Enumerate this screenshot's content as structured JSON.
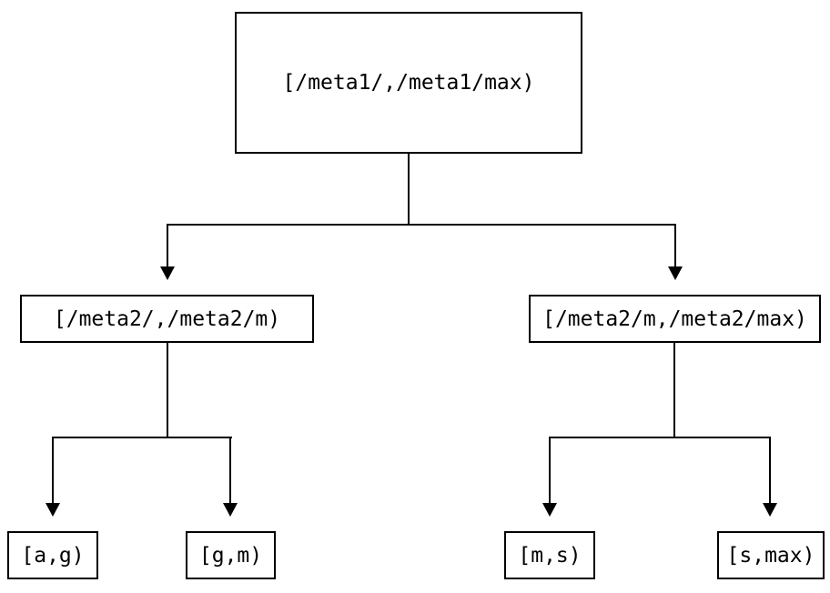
{
  "diagram": {
    "type": "tree",
    "background_color": "#ffffff",
    "line_color": "#000000",
    "node_border_color": "#000000",
    "nodes": {
      "root": {
        "label": "[/meta1/,/meta1/max)"
      },
      "meta2_low": {
        "label": "[/meta2/,/meta2/m)"
      },
      "meta2_high": {
        "label": "[/meta2/m,/meta2/max)"
      },
      "leaf_ag": {
        "label": "[a,g)"
      },
      "leaf_gm": {
        "label": "[g,m)"
      },
      "leaf_ms": {
        "label": "[m,s)"
      },
      "leaf_smax": {
        "label": "[s,max)"
      }
    },
    "edges": [
      {
        "from": "root",
        "to": "meta2_low"
      },
      {
        "from": "root",
        "to": "meta2_high"
      },
      {
        "from": "meta2_low",
        "to": "leaf_ag"
      },
      {
        "from": "meta2_low",
        "to": "leaf_gm"
      },
      {
        "from": "meta2_high",
        "to": "leaf_ms"
      },
      {
        "from": "meta2_high",
        "to": "leaf_smax"
      }
    ]
  }
}
